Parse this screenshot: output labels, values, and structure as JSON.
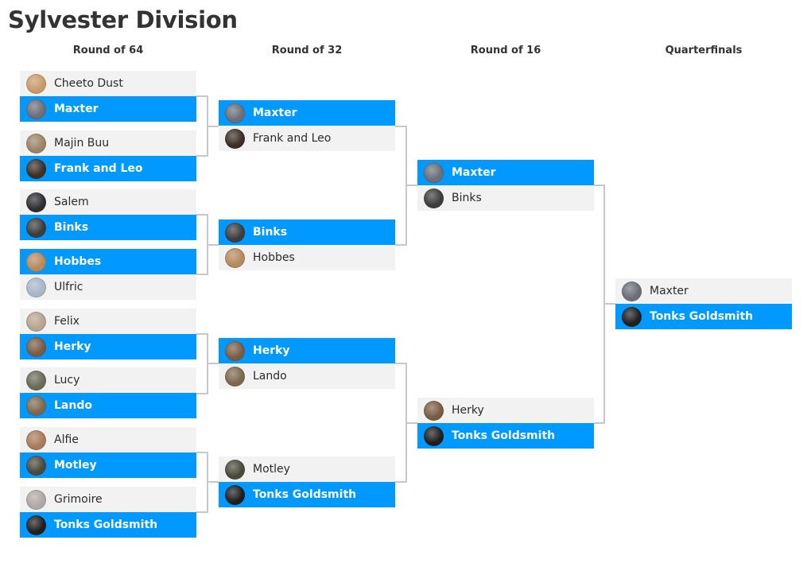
{
  "title": "Sylvester Division",
  "rounds": [
    "Round of 64",
    "Round of 32",
    "Round of 16",
    "Quarterfinals"
  ],
  "matches": {
    "r64": [
      {
        "top": {
          "name": "Cheeto Dust",
          "avatar": "#c89a6a",
          "winner": false
        },
        "bottom": {
          "name": "Maxter",
          "avatar": "#6c6f78",
          "winner": true
        }
      },
      {
        "top": {
          "name": "Majin Buu",
          "avatar": "#9a8468",
          "winner": false
        },
        "bottom": {
          "name": "Frank and Leo",
          "avatar": "#3b3026",
          "winner": true
        }
      },
      {
        "top": {
          "name": "Salem",
          "avatar": "#2f2f33",
          "winner": false
        },
        "bottom": {
          "name": "Binks",
          "avatar": "#3d3d3d",
          "winner": true
        }
      },
      {
        "top": {
          "name": "Hobbes",
          "avatar": "#b48a5e",
          "winner": true
        },
        "bottom": {
          "name": "Ulfric",
          "avatar": "#a8b6c8",
          "winner": false
        }
      },
      {
        "top": {
          "name": "Felix",
          "avatar": "#b8a390",
          "winner": false
        },
        "bottom": {
          "name": "Herky",
          "avatar": "#7a5c44",
          "winner": true
        }
      },
      {
        "top": {
          "name": "Lucy",
          "avatar": "#6b6b58",
          "winner": false
        },
        "bottom": {
          "name": "Lando",
          "avatar": "#7c6a4e",
          "winner": true
        }
      },
      {
        "top": {
          "name": "Alfie",
          "avatar": "#a77c5a",
          "winner": false
        },
        "bottom": {
          "name": "Motley",
          "avatar": "#4a4a3c",
          "winner": true
        }
      },
      {
        "top": {
          "name": "Grimoire",
          "avatar": "#b0a8a4",
          "winner": false
        },
        "bottom": {
          "name": "Tonks Goldsmith",
          "avatar": "#1f1f1f",
          "winner": true
        }
      }
    ],
    "r32": [
      {
        "top": {
          "name": "Maxter",
          "avatar": "#6c6f78",
          "winner": true
        },
        "bottom": {
          "name": "Frank and Leo",
          "avatar": "#3b3026",
          "winner": false
        }
      },
      {
        "top": {
          "name": "Binks",
          "avatar": "#3d3d3d",
          "winner": true
        },
        "bottom": {
          "name": "Hobbes",
          "avatar": "#b48a5e",
          "winner": false
        }
      },
      {
        "top": {
          "name": "Herky",
          "avatar": "#7a5c44",
          "winner": true
        },
        "bottom": {
          "name": "Lando",
          "avatar": "#7c6a4e",
          "winner": false
        }
      },
      {
        "top": {
          "name": "Motley",
          "avatar": "#4a4a3c",
          "winner": false
        },
        "bottom": {
          "name": "Tonks Goldsmith",
          "avatar": "#1f1f1f",
          "winner": true
        }
      }
    ],
    "r16": [
      {
        "top": {
          "name": "Maxter",
          "avatar": "#6c6f78",
          "winner": true
        },
        "bottom": {
          "name": "Binks",
          "avatar": "#3d3d3d",
          "winner": false
        }
      },
      {
        "top": {
          "name": "Herky",
          "avatar": "#7a5c44",
          "winner": false
        },
        "bottom": {
          "name": "Tonks Goldsmith",
          "avatar": "#1f1f1f",
          "winner": true
        }
      }
    ],
    "qf": [
      {
        "top": {
          "name": "Maxter",
          "avatar": "#6c6f78",
          "winner": false
        },
        "bottom": {
          "name": "Tonks Goldsmith",
          "avatar": "#1f1f1f",
          "winner": true
        }
      }
    ]
  },
  "colors": {
    "winner_bg": "#0099ff",
    "loser_bg": "#f2f2f2",
    "connector": "#c8c8c8",
    "title": "#333333"
  }
}
